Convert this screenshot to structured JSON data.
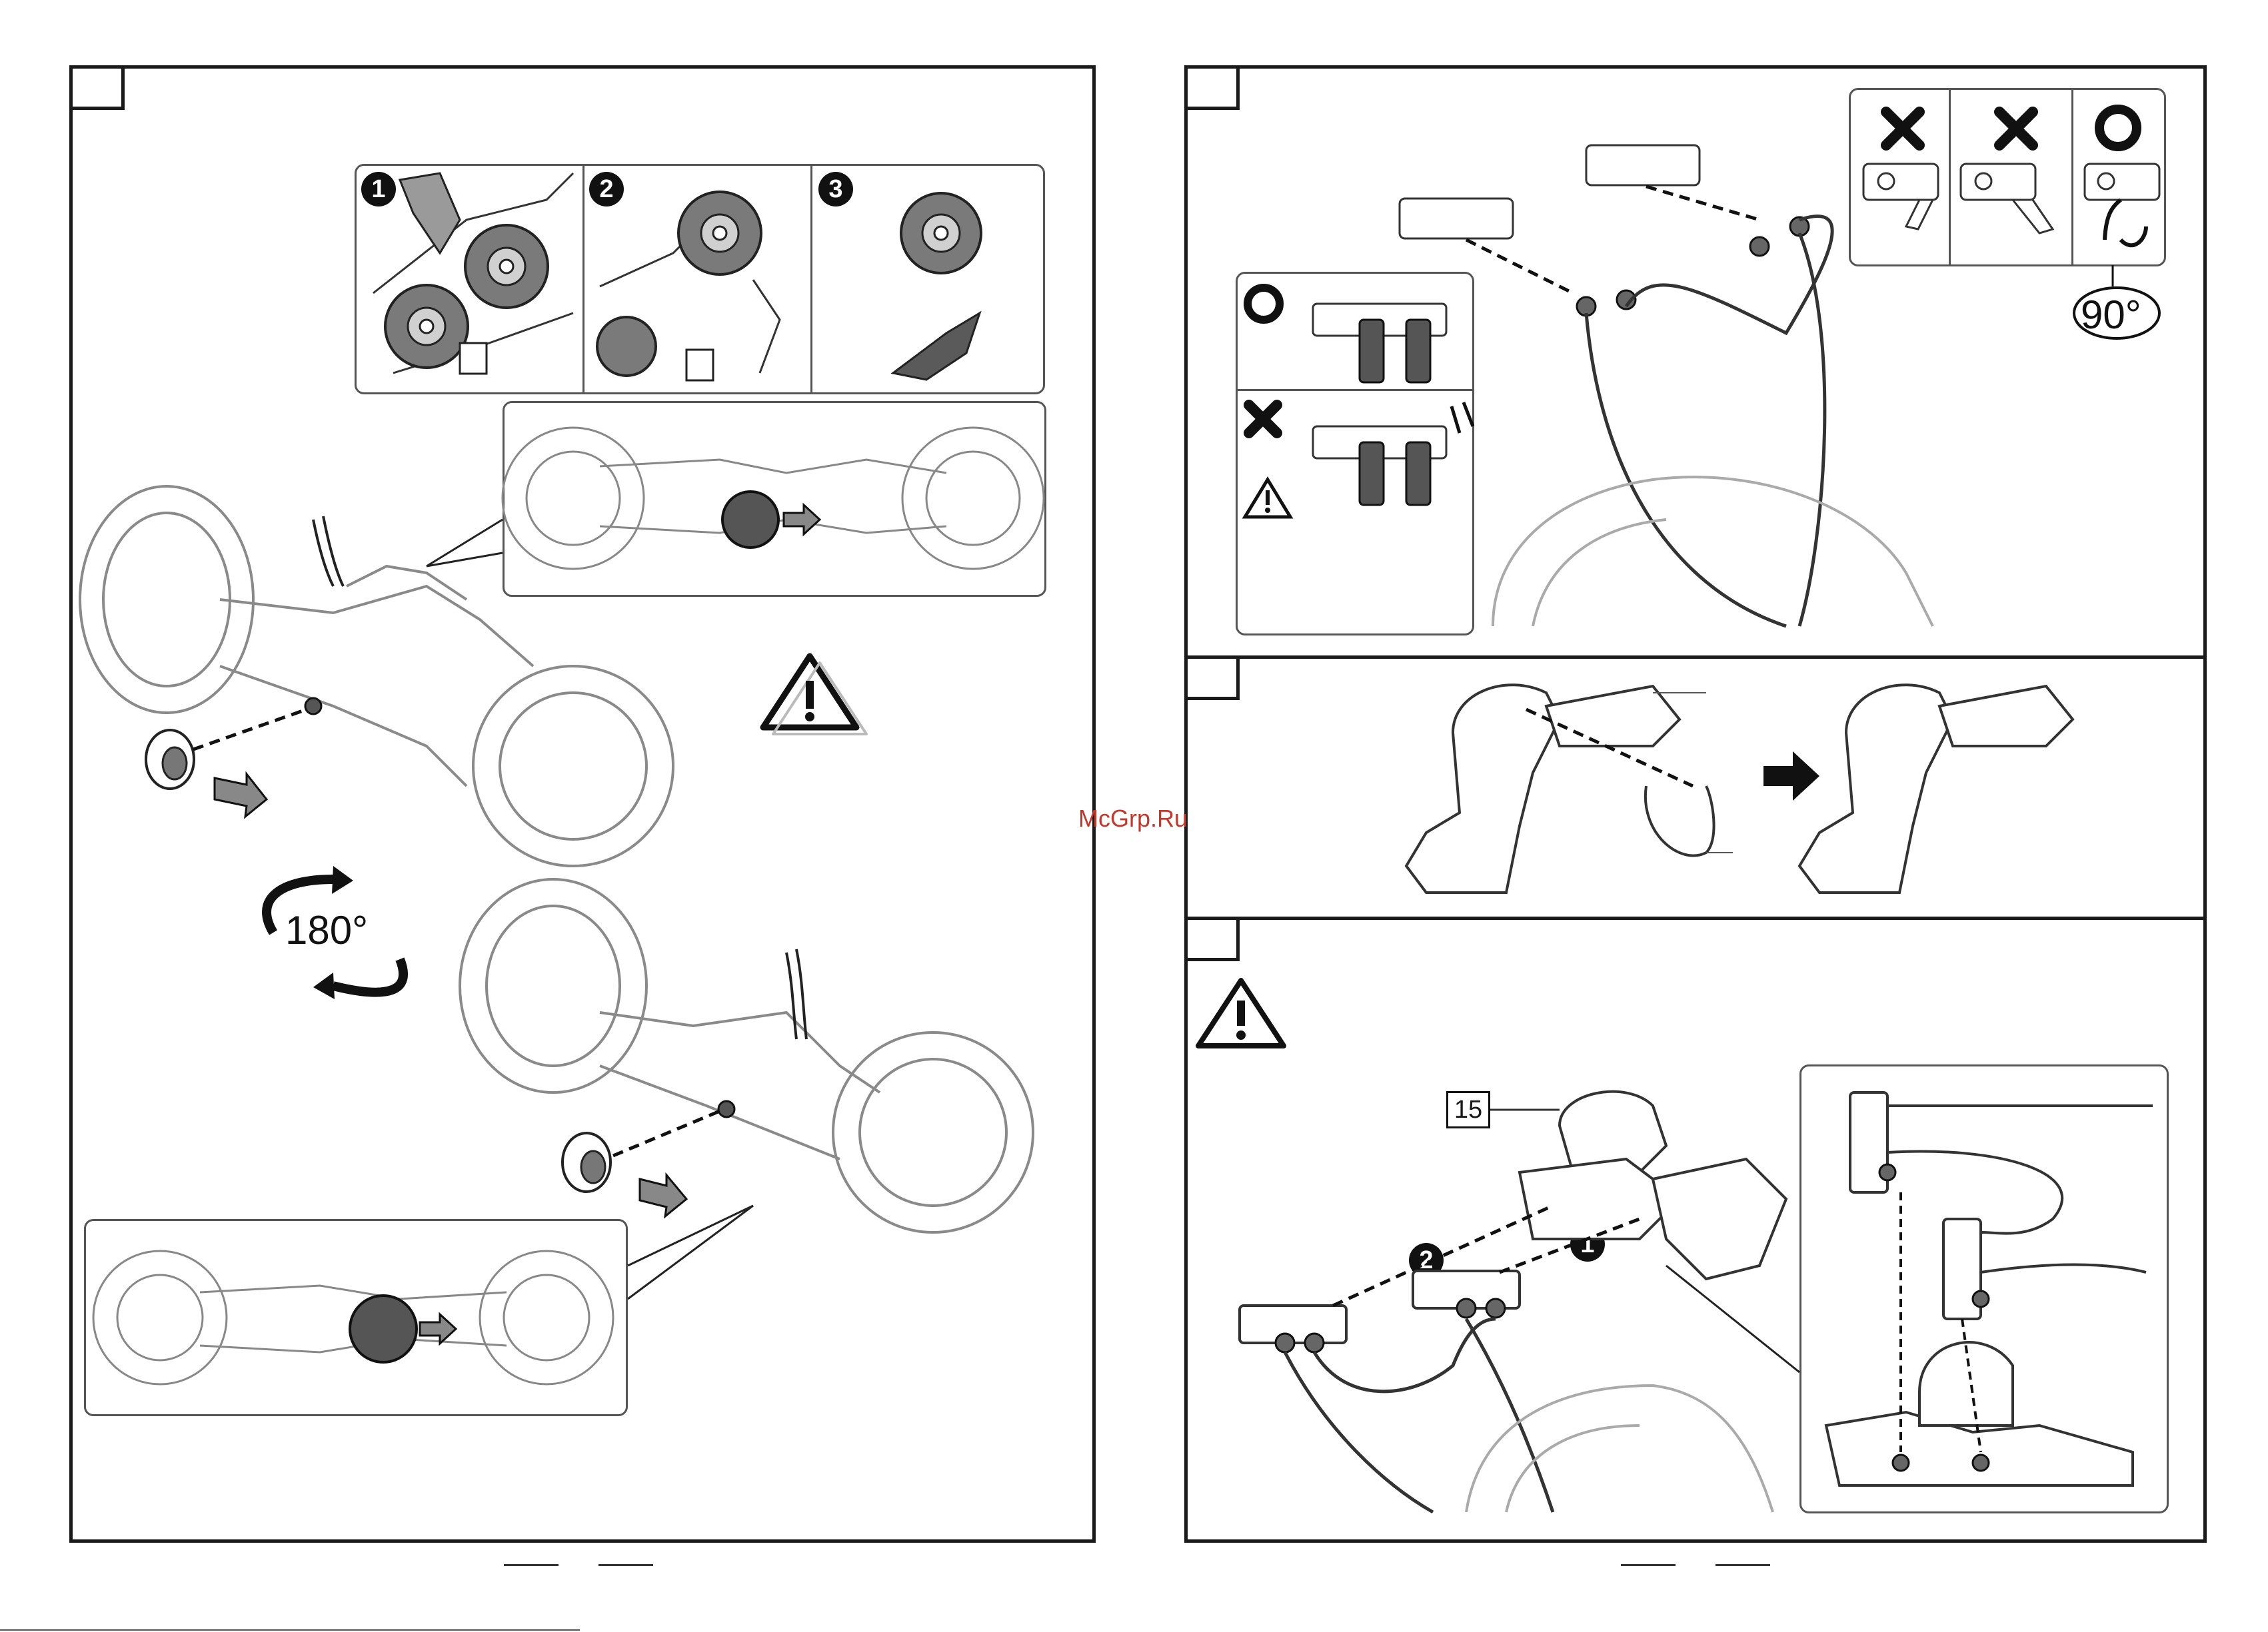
{
  "left_page": {
    "cut_steps": [
      "1",
      "2",
      "3"
    ],
    "rotation_label": "180°"
  },
  "right_page": {
    "clip_rotation_label": "90°",
    "part_number": "15",
    "install_steps": [
      "1",
      "2"
    ]
  },
  "watermark": "McGrp.Ru",
  "icons": {
    "warning": "warning-triangle-icon",
    "correct": "circle-ok-icon",
    "wrong": "cross-wrong-icon"
  },
  "colors": {
    "ink": "#1a1a1a",
    "part_gray": "#6e6e6e",
    "light_gray": "#bdbdbd",
    "watermark_red": "#c0392b"
  }
}
